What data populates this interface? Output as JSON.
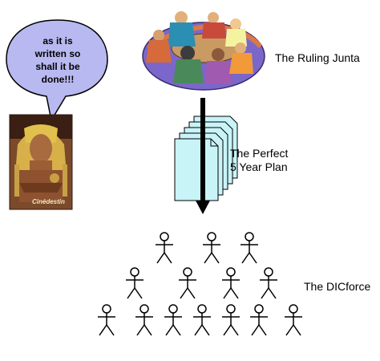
{
  "speech_bubble": {
    "text_line1": "as it is",
    "text_line2": "written so",
    "text_line3": "shall it be",
    "text_line4": "done!!!"
  },
  "portrait": {
    "watermark": "Cinédestin"
  },
  "labels": {
    "junta": "The Ruling Junta",
    "plan_line1": "The Perfect",
    "plan_line2": "5 Year Plan",
    "force": "The DICforce"
  },
  "colors": {
    "bubble_fill": "#b9b9f1",
    "document_fill": "#c8f4f8",
    "table_fill": "#7b67c9",
    "arrow": "#000000"
  },
  "icons": {
    "portrait": "pharaoh-portrait",
    "meeting": "meeting-table-clipart",
    "documents": "stacked-documents-icon",
    "people": "stick-figure-icon"
  }
}
